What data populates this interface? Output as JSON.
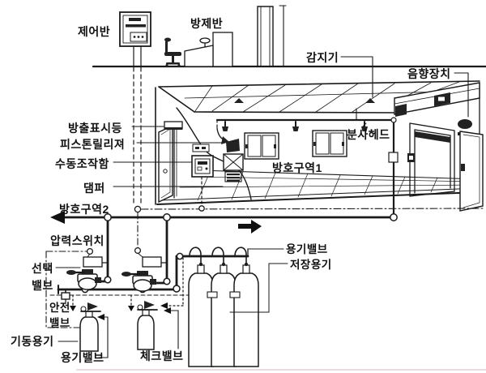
{
  "figure_type": "gas-fire-suppression-system-diagram",
  "colors": {
    "ink": "#1a1a1a",
    "background": "#ffffff",
    "faint_border": "#e8dcdc"
  },
  "labels": {
    "control_panel": "제어반",
    "fire_control_console": "방제반",
    "detector": "감지기",
    "sound_device": "음향장치",
    "discharge_indicator_lamp": "방출표시등",
    "piston_releaser": "피스톤릴리져",
    "manual_operation_box": "수동조작함",
    "damper": "댐퍼",
    "protected_zone_2": "방호구역2",
    "pressure_switch": "압력스위치",
    "selector_valve": "선택\n밸브",
    "safety_valve": "안전\n밸브",
    "starting_container": "기동용기",
    "starting_container_valve": "용기밸브",
    "check_valve": "체크밸브",
    "spray_head": "분사헤드",
    "protected_zone_1": "방호구역1",
    "storage_container_valve": "용기밸브",
    "storage_container": "저장용기"
  }
}
